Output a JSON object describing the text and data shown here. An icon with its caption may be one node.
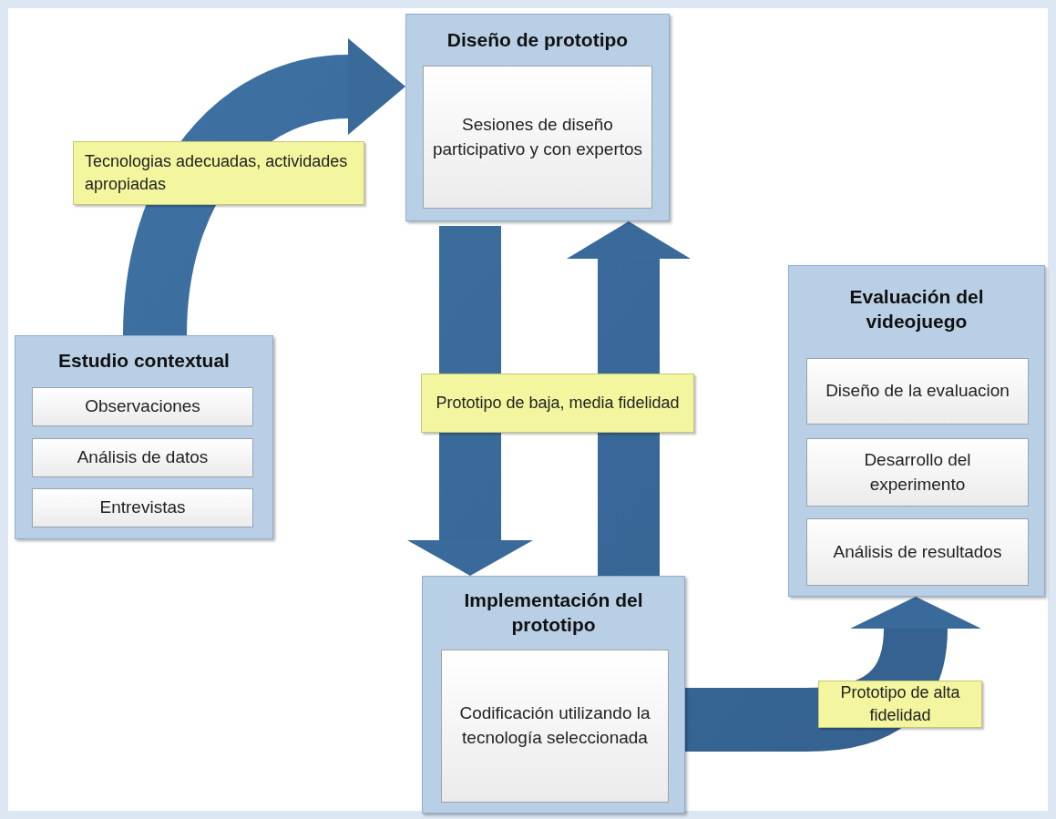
{
  "diagram": {
    "nodes": [
      {
        "text": [
          "Estudio contextual"
        ]
      },
      {
        "text": [
          "Observaciones"
        ],
        "in": 0
      },
      {
        "text": [
          "Análisis de datos"
        ],
        "in": 0
      },
      {
        "text": [
          "Entrevistas"
        ],
        "in": 0
      },
      {
        "text": [
          "Diseño de prototipo"
        ]
      },
      {
        "text": [
          "Sesiones de diseño participativo y con expertos"
        ],
        "in": 4
      },
      {
        "text": [
          "Evaluación del videojuego"
        ]
      },
      {
        "text": [
          "Diseño de la evaluacion"
        ],
        "in": 6
      },
      {
        "text": [
          "Desarrollo del experimento"
        ],
        "in": 6
      },
      {
        "text": [
          "Análisis de resultados"
        ],
        "in": 6
      },
      {
        "text": [
          "Implementación del prototipo"
        ]
      },
      {
        "text": [
          "Codificación utilizando la tecnología seleccionada"
        ],
        "in": 10
      }
    ],
    "edges": [
      {
        "from": 0,
        "to": 4,
        "arrow": "to",
        "style": "thick",
        "label": "Tecnologias adecuadas, actividades apropiadas"
      },
      {
        "from": 4,
        "to": 10,
        "arrow": "to",
        "style": "thick",
        "label": "Prototipo de baja, media fidelidad"
      },
      {
        "from": 10,
        "to": 4,
        "arrow": "to",
        "style": "thick"
      },
      {
        "from": 10,
        "to": 6,
        "arrow": "to",
        "style": "thick",
        "label": "Prototipo de alta fidelidad"
      }
    ]
  }
}
